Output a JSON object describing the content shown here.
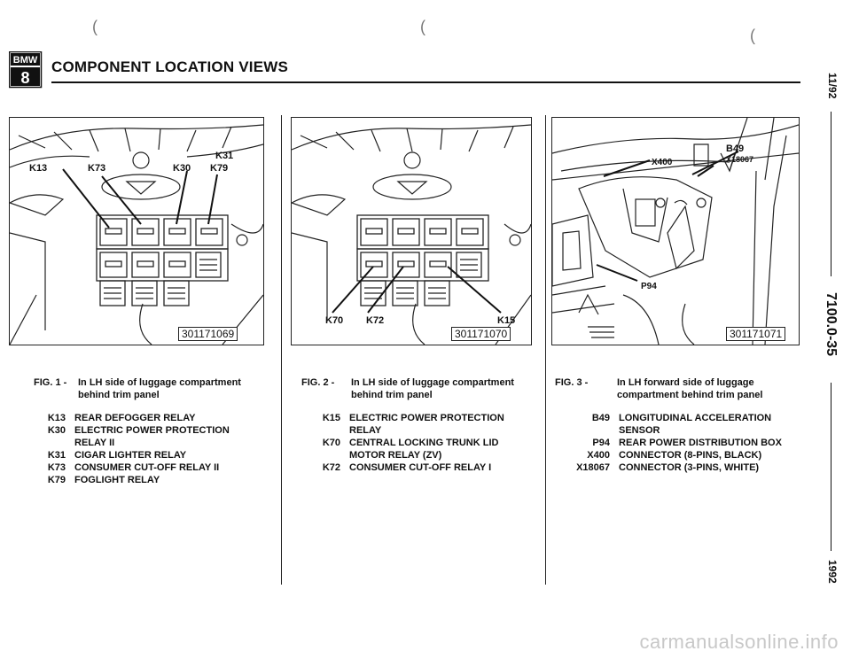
{
  "header": {
    "logo_top": "BMW",
    "logo_bottom": "8",
    "title": "COMPONENT LOCATION VIEWS"
  },
  "side": {
    "date": "11/92",
    "section": "7100.0-35",
    "year": "1992"
  },
  "figures": [
    {
      "part_no": "301171069",
      "fig_label": "FIG. 1 -",
      "desc1": "In LH side of luggage compartment",
      "desc2": "behind trim panel",
      "callouts": {
        "k13": "K13",
        "k73": "K73",
        "k30": "K30",
        "k31": "K31",
        "k79": "K79"
      },
      "items": [
        {
          "code": "K13",
          "text": "REAR DEFOGGER RELAY"
        },
        {
          "code": "K30",
          "text": "ELECTRIC POWER PROTECTION"
        },
        {
          "code": "",
          "text": "RELAY II"
        },
        {
          "code": "K31",
          "text": "CIGAR LIGHTER RELAY"
        },
        {
          "code": "K73",
          "text": "CONSUMER CUT-OFF RELAY II"
        },
        {
          "code": "K79",
          "text": "FOGLIGHT RELAY"
        }
      ]
    },
    {
      "part_no": "301171070",
      "fig_label": "FIG. 2 -",
      "desc1": "In LH side of luggage compartment",
      "desc2": "behind trim panel",
      "callouts": {
        "k70": "K70",
        "k72": "K72",
        "k15": "K15"
      },
      "items": [
        {
          "code": "K15",
          "text": "ELECTRIC POWER PROTECTION"
        },
        {
          "code": "",
          "text": "RELAY"
        },
        {
          "code": "K70",
          "text": "CENTRAL LOCKING TRUNK LID"
        },
        {
          "code": "",
          "text": "MOTOR RELAY (ZV)"
        },
        {
          "code": "K72",
          "text": "CONSUMER CUT-OFF RELAY I"
        }
      ]
    },
    {
      "part_no": "301171071",
      "fig_label": "FIG. 3 -",
      "desc1": "In LH forward side of luggage",
      "desc2": "compartment behind trim panel",
      "callouts": {
        "b49": "B49",
        "x18067": "X18067",
        "x400": "X400",
        "p94": "P94"
      },
      "items": [
        {
          "code": "B49",
          "text": "LONGITUDINAL ACCELERATION"
        },
        {
          "code": "",
          "text": "SENSOR"
        },
        {
          "code": "P94",
          "text": "REAR POWER DISTRIBUTION BOX"
        },
        {
          "code": "X400",
          "text": "CONNECTOR (8-PINS, BLACK)"
        },
        {
          "code": "X18067",
          "text": "CONNECTOR (3-PINS, WHITE)"
        }
      ]
    }
  ],
  "watermark": "carmanualsonline.info"
}
